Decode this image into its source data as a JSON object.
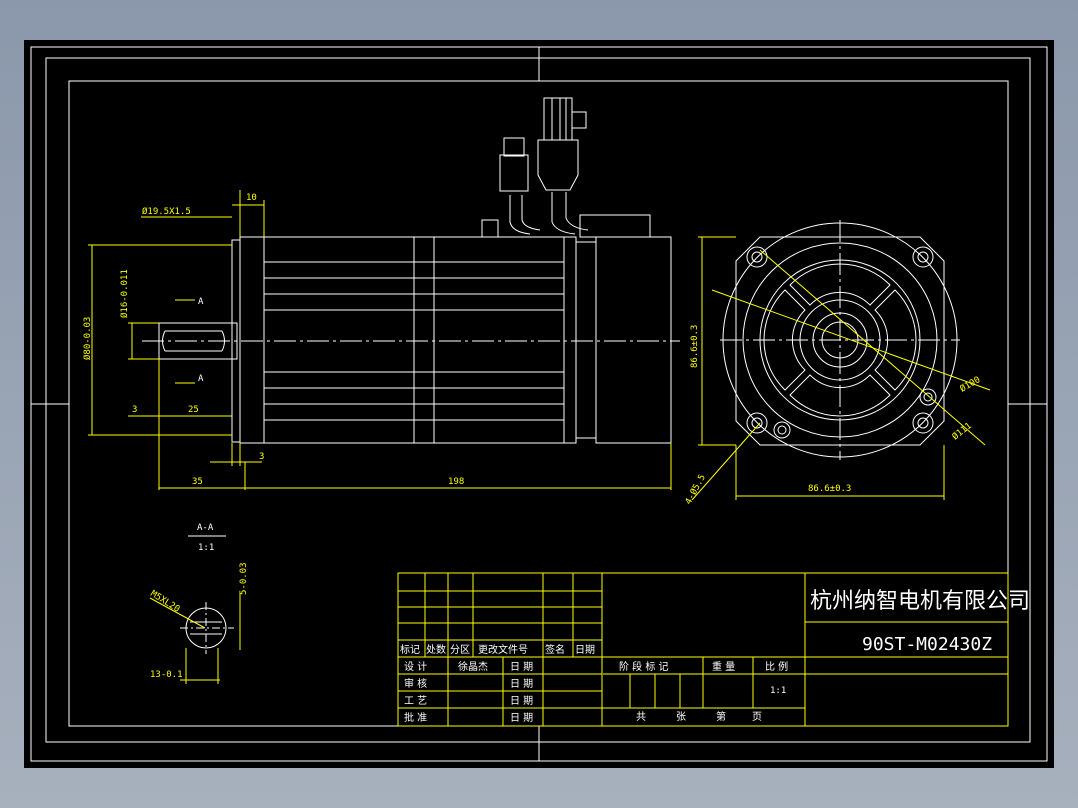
{
  "colors": {
    "background": "#000000",
    "line": "#ffffff",
    "dimension": "#ffff00",
    "centerline": "#ffffff",
    "outer_frame": "#9aa4b4"
  },
  "dimensions": {
    "d_19_5x1_5": "Ø19.5X1.5",
    "len_10": "10",
    "d_16": "Ø16-0.011",
    "d_80": "Ø80-0.03",
    "section_a_top": "A",
    "section_a_bottom": "A",
    "len_3_left": "3",
    "len_25": "25",
    "len_3_bottom": "3",
    "len_35": "35",
    "len_198": "198",
    "side_86_6_v": "86.6±0.3",
    "side_86_6_h": "86.6±0.3",
    "pcd_100": "Ø100",
    "d_111": "Ø111",
    "hole_d": "4-Ø5.5"
  },
  "section": {
    "label": "A-A",
    "scale": "1:1",
    "m5": "M5XL20",
    "key_5": "5-0.03",
    "width_13": "13-0.1"
  },
  "title_block": {
    "company": "杭州纳智电机有限公司",
    "model": "90ST-M02430Z",
    "rev_headers": [
      "标记",
      "处数",
      "分区",
      "更改文件号",
      "签名",
      "日期"
    ],
    "rows": [
      {
        "label": "设 计",
        "name": "徐晶杰",
        "date_label": "日 期"
      },
      {
        "label": "审 核",
        "name": "",
        "date_label": "日 期"
      },
      {
        "label": "工 艺",
        "name": "",
        "date_label": "日 期"
      },
      {
        "label": "批 准",
        "name": "",
        "date_label": "日 期"
      }
    ],
    "stage_mark": "阶 段 标 记",
    "weight": "重 量",
    "ratio": "比 例",
    "ratio_value": "1:1",
    "total": "共",
    "sheets": "张",
    "page_no": "第",
    "page": "页"
  }
}
